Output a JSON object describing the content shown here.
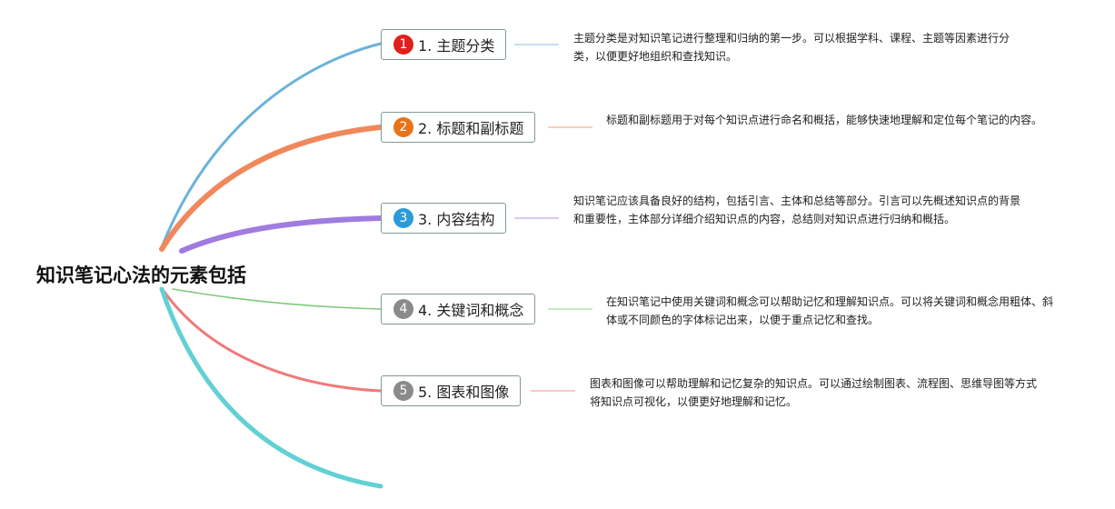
{
  "root": {
    "title": "知识笔记心法的元素包括"
  },
  "branches": [
    {
      "number": "1",
      "label": "1. 主题分类",
      "color": "#6bb3db",
      "badge_color": "#e0201b",
      "description": "主题分类是对知识笔记进行整理和归纳的第一步。可以根据学科、课程、主题等因素进行分类，以便更好地组织和查找知识。"
    },
    {
      "number": "2",
      "label": "2. 标题和副标题",
      "color": "#f0885c",
      "badge_color": "#e8731a",
      "description": "标题和副标题用于对每个知识点进行命名和概括，能够快速地理解和定位每个笔记的内容。"
    },
    {
      "number": "3",
      "label": "3. 内容结构",
      "color": "#a07be0",
      "badge_color": "#2a9bd8",
      "description": "知识笔记应该具备良好的结构，包括引言、主体和总结等部分。引言可以先概述知识点的背景和重要性，主体部分详细介绍知识点的内容，总结则对知识点进行归纳和概括。"
    },
    {
      "number": "4",
      "label": "4. 关键词和概念",
      "color": "#7ec97a",
      "badge_color": "#8a8a8a",
      "description": "在知识笔记中使用关键词和概念可以帮助记忆和理解知识点。可以将关键词和概念用粗体、斜体或不同颜色的字体标记出来，以便于重点记忆和查找。"
    },
    {
      "number": "5",
      "label": "5. 图表和图像",
      "color": "#ee7b78",
      "badge_color": "#8a8a8a",
      "description": "图表和图像可以帮助理解和记忆复杂的知识点。可以通过绘制图表、流程图、思维导图等方式将知识点可视化，以便更好地理解和记忆。"
    },
    {
      "number": "",
      "label": "",
      "color": "#62d0d4",
      "badge_color": "",
      "description": ""
    }
  ]
}
